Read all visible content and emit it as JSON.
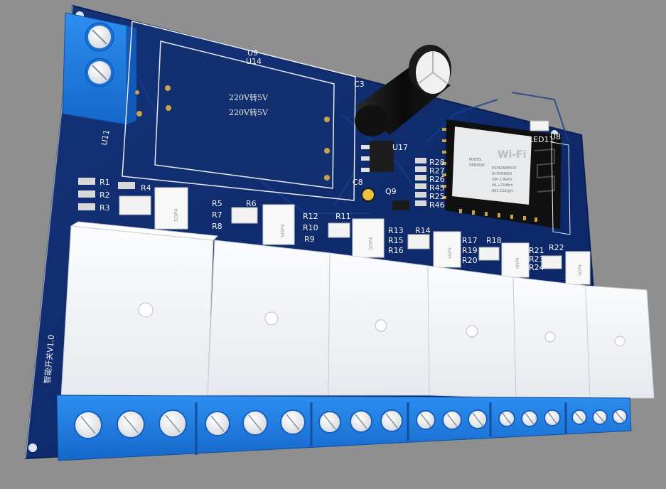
{
  "board": {
    "module_text": [
      "220V转5V",
      "220V转5V"
    ],
    "board_title": "智能开关V1.0",
    "designators": {
      "u9": "U9",
      "u14": "U14",
      "u11": "U11",
      "c3": "C3",
      "c8": "C8",
      "u17": "U17",
      "q9": "Q9",
      "u8": "U8",
      "led11": "LED11",
      "r1": "R1",
      "r2": "R2",
      "r3": "R3",
      "r4": "R4",
      "r5": "R5",
      "r6": "R6",
      "r7": "R7",
      "r8": "R8",
      "r9": "R9",
      "r10": "R10",
      "r11": "R11",
      "r12": "R12",
      "r13": "R13",
      "r14": "R14",
      "r15": "R15",
      "r16": "R16",
      "r17": "R17",
      "r18": "R18",
      "r19": "R19",
      "r20": "R20",
      "r21": "R21",
      "r22": "R22",
      "r23": "R23",
      "r24": "R24",
      "r28": "R28",
      "r27": "R27",
      "r26": "R26",
      "r45": "R45",
      "r25": "R25",
      "r46": "R46",
      "led_prefix": "LED"
    },
    "optocoupler_label": "SOP4",
    "wifi_module": {
      "logo": "Wi-Fi",
      "lines": [
        "MODEL",
        "VENDOR",
        "ESP8266MOD",
        "AI-THINKER",
        "ISM 2.4GHz",
        "PA +25dBm",
        "802.11b/g/n"
      ]
    },
    "relay_count": 6,
    "colors": {
      "background": "#8f8f8f",
      "pcb": "#0d2a6e",
      "terminal_block": "#1e7fe6",
      "relay": "#f2f4f6",
      "capacitor": "#0c0c0c",
      "silkscreen": "#f4f4f4"
    }
  }
}
